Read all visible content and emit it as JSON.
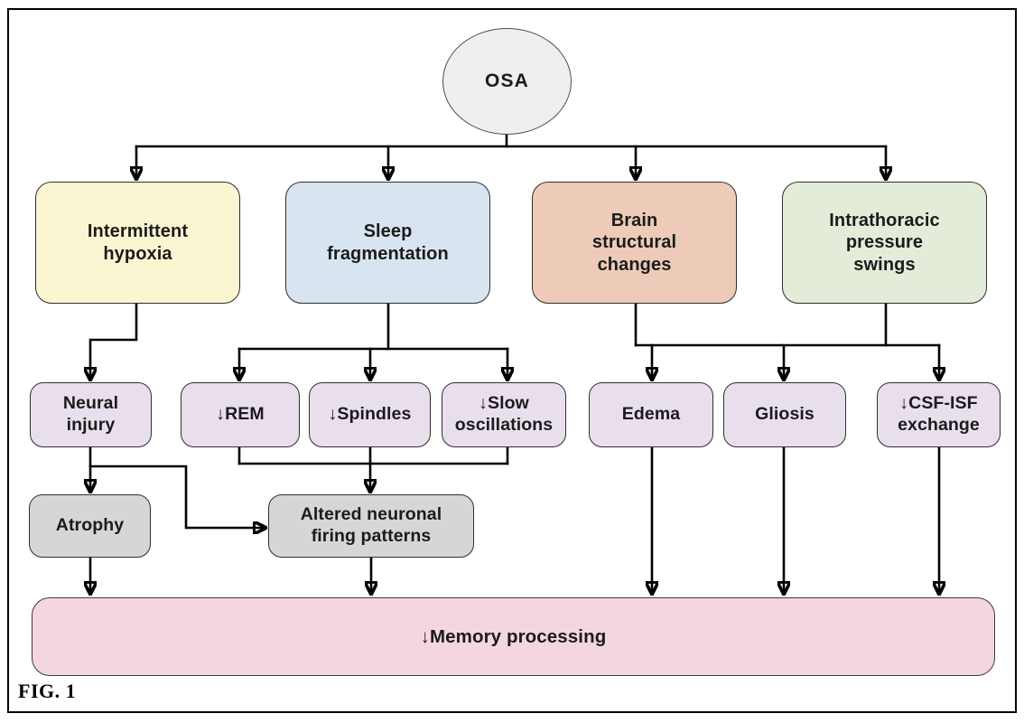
{
  "figure": {
    "caption": "FIG. 1",
    "title_node": "OSA",
    "type": "flowchart"
  },
  "colors": {
    "line": "#000000",
    "osa_fill": "#f0efef",
    "hypoxia_fill": "#fbf6d2",
    "sleep_fill": "#d8e5f0",
    "brain_fill": "#edcbb8",
    "pressure_fill": "#e3ecd9",
    "lavender_fill": "#e9dfec",
    "gray_fill": "#d6d6d6",
    "memory_fill": "#f4d6e3"
  },
  "nodes": {
    "osa": {
      "label": "OSA",
      "fill": "#f0efef"
    },
    "hypoxia": {
      "label": "Intermittent\nhypoxia",
      "fill": "#fbf6d2"
    },
    "sleep": {
      "label": "Sleep\nfragmentation",
      "fill": "#d8e5f0"
    },
    "brain": {
      "label": "Brain\nstructural\nchanges",
      "fill": "#edcbb8"
    },
    "pressure": {
      "label": "Intrathoracic\npressure\nswings",
      "fill": "#e3ecd9"
    },
    "neural": {
      "label": "Neural\ninjury",
      "fill": "#e9dfec"
    },
    "rem": {
      "label": "↓REM",
      "fill": "#e9dfec"
    },
    "spindles": {
      "label": "↓Spindles",
      "fill": "#e9dfec"
    },
    "slow": {
      "label": "↓Slow\noscillations",
      "fill": "#e9dfec"
    },
    "edema": {
      "label": "Edema",
      "fill": "#e9dfec"
    },
    "gliosis": {
      "label": "Gliosis",
      "fill": "#e9dfec"
    },
    "csf": {
      "label": "↓CSF-ISF\nexchange",
      "fill": "#e9dfec"
    },
    "atrophy": {
      "label": "Atrophy",
      "fill": "#d6d6d6"
    },
    "altered": {
      "label": "Altered neuronal\nfiring patterns",
      "fill": "#d6d6d6"
    },
    "memory": {
      "label": "↓Memory processing",
      "fill": "#f4d6e3"
    }
  },
  "edges": [
    {
      "from": "osa",
      "to": "hypoxia"
    },
    {
      "from": "osa",
      "to": "sleep"
    },
    {
      "from": "osa",
      "to": "brain"
    },
    {
      "from": "osa",
      "to": "pressure"
    },
    {
      "from": "hypoxia",
      "to": "neural"
    },
    {
      "from": "sleep",
      "to": "rem"
    },
    {
      "from": "sleep",
      "to": "spindles"
    },
    {
      "from": "sleep",
      "to": "slow"
    },
    {
      "from": "brain",
      "to": "edema"
    },
    {
      "from": "brain",
      "to": "gliosis"
    },
    {
      "from": "pressure",
      "to": "csf"
    },
    {
      "from": "neural",
      "to": "atrophy"
    },
    {
      "from": "neural",
      "to": "altered"
    },
    {
      "from": "rem",
      "to": "altered"
    },
    {
      "from": "spindles",
      "to": "altered"
    },
    {
      "from": "slow",
      "to": "altered"
    },
    {
      "from": "atrophy",
      "to": "memory"
    },
    {
      "from": "altered",
      "to": "memory"
    },
    {
      "from": "edema",
      "to": "memory"
    },
    {
      "from": "gliosis",
      "to": "memory"
    },
    {
      "from": "csf",
      "to": "memory"
    }
  ]
}
